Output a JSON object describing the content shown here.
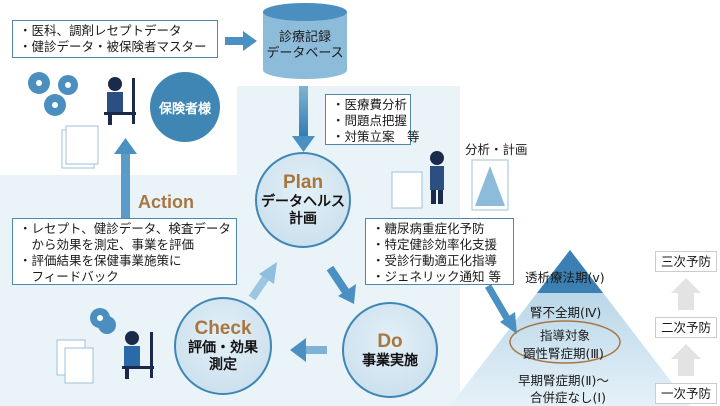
{
  "input_box": {
    "items": [
      "・医科、調剤レセプトデータ",
      "・健診データ・被保険者マスター"
    ]
  },
  "database": {
    "line1": "診療記録",
    "line2": "データベース"
  },
  "insurer": {
    "label": "保険者様"
  },
  "analysis_box": {
    "items": [
      "・医療費分析",
      "・問題点把握",
      "・対策立案　等"
    ]
  },
  "analysis_label": "分析・計画",
  "action": {
    "title": "Action",
    "items": [
      "・レセプト、健診データ、検査データ",
      "　から効果を測定、事業を評価",
      "・評価結果を保健事業施策に",
      "　フィードバック"
    ]
  },
  "plan": {
    "title": "Plan",
    "line1": "データヘルス",
    "line2": "計画"
  },
  "do": {
    "title": "Do",
    "line1": "事業実施"
  },
  "check": {
    "title": "Check",
    "line1": "評価・効果",
    "line2": "測定"
  },
  "program_box": {
    "items": [
      "・糖尿病重症化予防",
      "・特定健診効率化支援",
      "・受診行動適正化指導",
      "・ジェネリック通知 等"
    ]
  },
  "pyramid": {
    "stage5": "透析療法期(v)",
    "stage4": "腎不全期(Ⅳ)",
    "target": "指導対象",
    "stage3": "顕性腎症期(Ⅲ)",
    "stage2": "早期腎症期(Ⅱ)〜",
    "stage1": "合併症なし(Ⅰ)"
  },
  "prevention": {
    "tertiary": "三次予防",
    "secondary": "二次予防",
    "primary": "一次予防"
  },
  "colors": {
    "accent": "#3f86b5",
    "title": "#a87641",
    "background": "#eaf3f8",
    "highlight": "#a87641"
  }
}
